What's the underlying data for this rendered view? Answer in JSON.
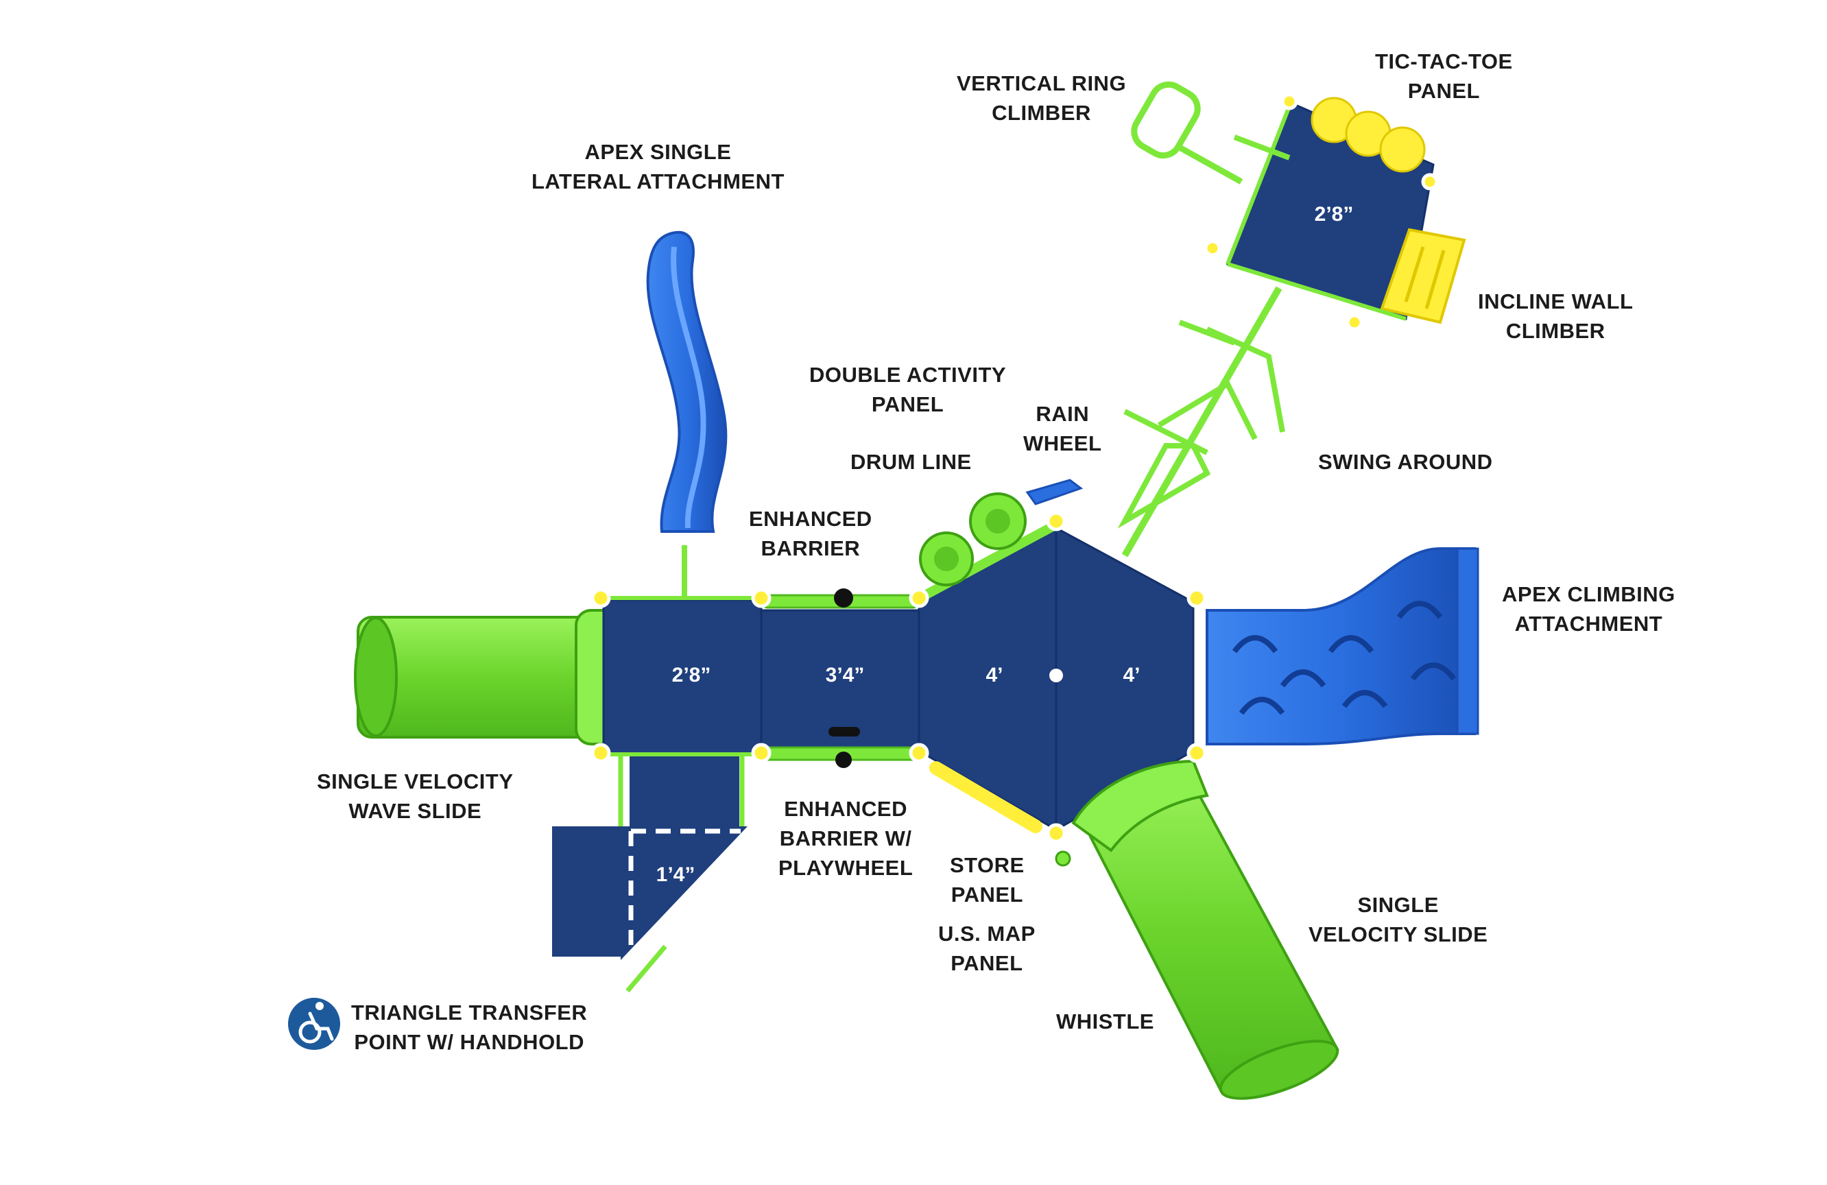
{
  "labels": {
    "vertical_ring_climber": [
      "VERTICAL RING",
      "CLIMBER"
    ],
    "tic_tac_toe_panel": [
      "TIC-TAC-TOE",
      "PANEL"
    ],
    "apex_single_lateral": [
      "APEX SINGLE",
      "LATERAL ATTACHMENT"
    ],
    "incline_wall_climber": [
      "INCLINE WALL",
      "CLIMBER"
    ],
    "double_activity_panel": [
      "DOUBLE ACTIVITY",
      "PANEL"
    ],
    "rain_wheel": [
      "RAIN",
      "WHEEL"
    ],
    "drum_line": [
      "DRUM LINE"
    ],
    "swing_around": [
      "SWING AROUND"
    ],
    "enhanced_barrier": [
      "ENHANCED",
      "BARRIER"
    ],
    "apex_climbing_attachment": [
      "APEX CLIMBING",
      "ATTACHMENT"
    ],
    "single_velocity_wave_slide": [
      "SINGLE VELOCITY",
      "WAVE SLIDE"
    ],
    "enhanced_barrier_playwheel": [
      "ENHANCED",
      "BARRIER W/",
      "PLAYWHEEL"
    ],
    "store_panel": [
      "STORE",
      "PANEL"
    ],
    "us_map_panel": [
      "U.S. MAP",
      "PANEL"
    ],
    "single_velocity_slide": [
      "SINGLE",
      "VELOCITY SLIDE"
    ],
    "whistle": [
      "WHISTLE"
    ],
    "triangle_transfer_point": [
      "TRIANGLE TRANSFER",
      "POINT W/ HANDHOLD"
    ]
  },
  "deck_heights": {
    "left_square": "2’8”",
    "middle_square": "3’4”",
    "hex_left": "4’",
    "hex_right": "4’",
    "transfer": "1’4”",
    "upper_tower": "2’8”"
  },
  "colors": {
    "deck": "#1f3f7d",
    "deck_dark": "#16336b",
    "green": "#7ee83a",
    "green_dark": "#4fb81e",
    "blue": "#2a6ee0",
    "blue_dark": "#1a4fb5",
    "yellow": "#ffef3a",
    "accessibility": "#1d5a9c"
  },
  "icons": {
    "accessibility": "wheelchair-accessible-icon"
  }
}
